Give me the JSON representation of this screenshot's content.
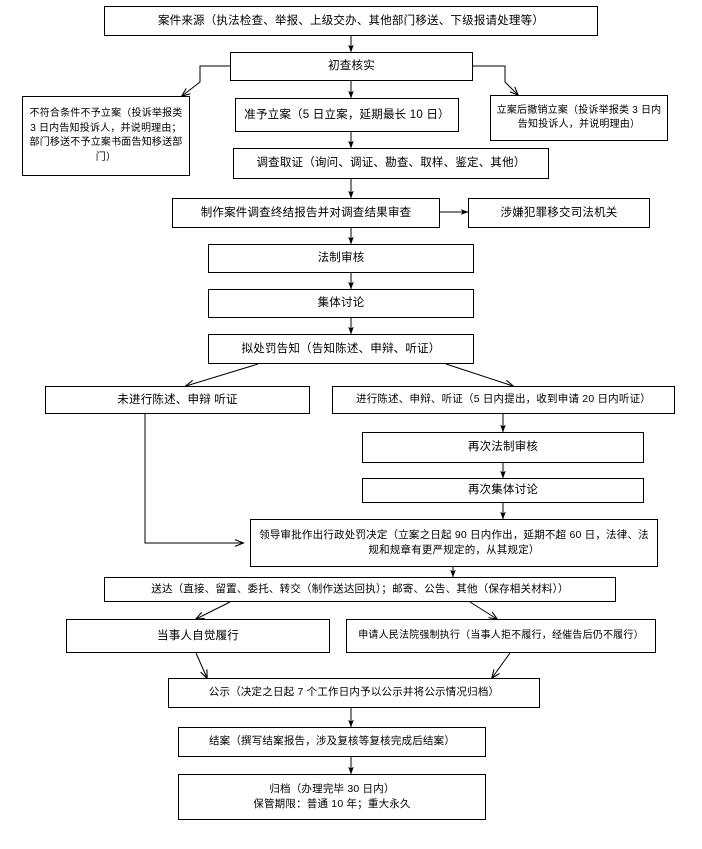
{
  "document": {
    "type": "flowchart",
    "title": "行政处罚案件办理流程图",
    "language": "zh-CN",
    "colors": {
      "background": "#ffffff",
      "line": "#000000",
      "text": "#000000"
    }
  },
  "nodes": {
    "case_source": "案件来源（执法检查、举报、上级交办、其他部门移送、下级报请处理等）",
    "preliminary_review": "初查核实",
    "not_filed": "不符合条件不予立案（投诉举报类 3 日内告知投诉人，并说明理由；部门移送不予立案书面告知移送部门）",
    "approve_filing": "准予立案（5 日立案，延期最长 10 日）",
    "revoke_filing": "立案后撤销立案（投诉举报类 3 日内告知投诉人，并说明理由）",
    "investigation": "调查取证（询问、调证、勘查、取样、鉴定、其他）",
    "final_report": "制作案件调查终结报告并对调查结果审查",
    "transfer_judicial": "涉嫌犯罪移交司法机关",
    "legal_review": "法制审核",
    "collective_discussion": "集体讨论",
    "penalty_notice": "拟处罚告知（告知陈述、申辩、听证）",
    "no_statement": "未进行陈述、申辩 听证",
    "has_statement": "进行陈述、申辩、听证（5 日内提出，收到申请 20 日内听证）",
    "second_legal_review": "再次法制审核",
    "second_collective_discussion": "再次集体讨论",
    "leader_decision": "领导审批作出行政处罚决定（立案之日起 90 日内作出，延期不超 60 日，法律、法规和规章有更严规定的，从其规定）",
    "service": "送达（直接、留置、委托、转交（制作送达回执）；邮寄、公告、其他（保存相关材料））",
    "voluntary_performance": "当事人自觉履行",
    "court_enforcement": "申请人民法院强制执行（当事人拒不履行，经催告后仍不履行）",
    "publicity": "公示（决定之日起 7 个工作日内予以公示并将公示情况归档）",
    "case_closed": "结案（撰写结案报告，涉及复核等复核完成后结案）",
    "archive_line1": "归档（办理完毕 30 日内）",
    "archive_line2": "保管期限：普通 10 年；重大永久"
  }
}
